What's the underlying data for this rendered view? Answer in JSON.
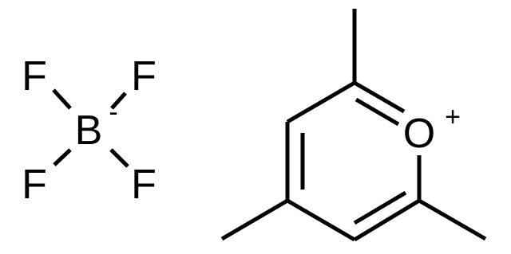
{
  "structure": {
    "anion": {
      "central_atom": "B",
      "central_charge": "-",
      "ligands": [
        "F",
        "F",
        "F",
        "F"
      ]
    },
    "cation": {
      "heteroatom": "O",
      "heteroatom_charge": "+"
    }
  },
  "colors": {
    "ink": "#000000",
    "background": "#ffffff"
  }
}
